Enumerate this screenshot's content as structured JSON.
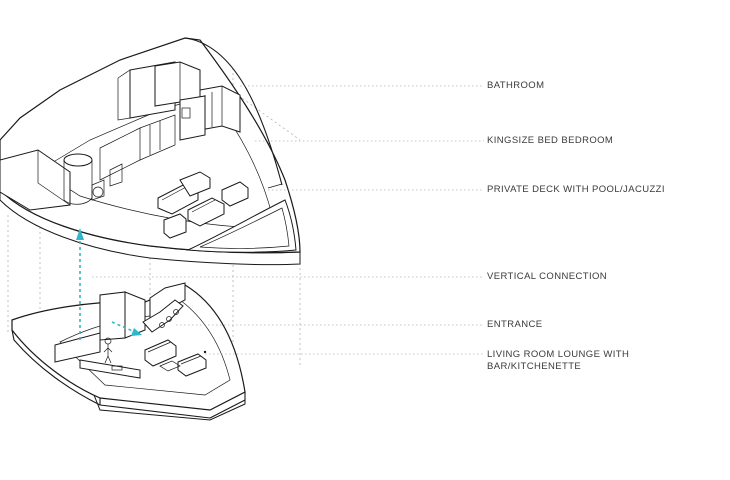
{
  "callouts": [
    {
      "id": "bathroom",
      "text": "BATHROOM"
    },
    {
      "id": "bedroom",
      "text": "KINGSIZE BED BEDROOM"
    },
    {
      "id": "deck",
      "text": "PRIVATE DECK WITH POOL/JACUZZI"
    },
    {
      "id": "vertical",
      "text": "VERTICAL CONNECTION"
    },
    {
      "id": "entrance",
      "text": "ENTRANCE"
    },
    {
      "id": "living",
      "text": "LIVING ROOM LOUNGE WITH\nBAR/KITCHENETTE"
    }
  ],
  "colors": {
    "line": "#1a1a1a",
    "label": "#3a3a3a",
    "circulation_arrow": "#2fb8c8"
  }
}
